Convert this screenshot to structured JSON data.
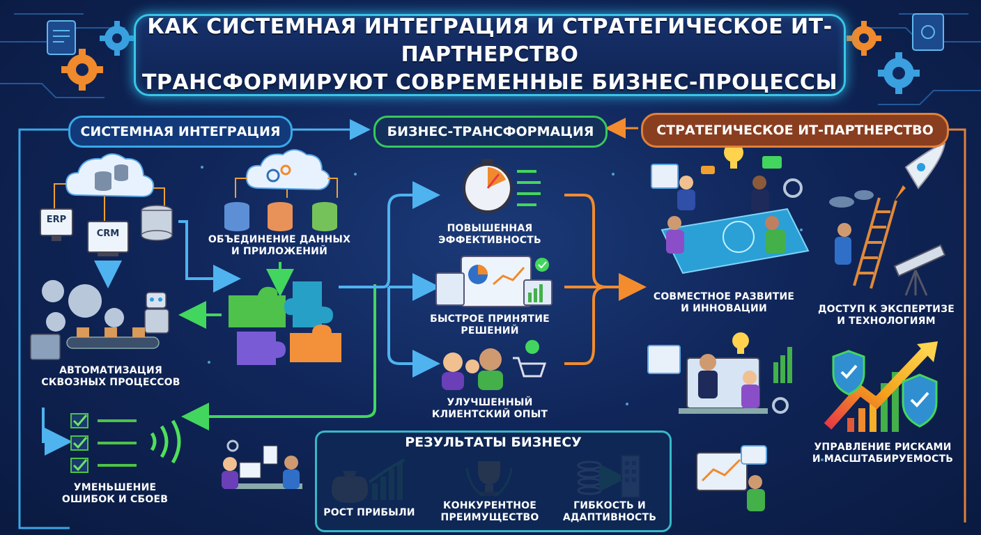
{
  "title": {
    "line1": "КАК СИСТЕМНАЯ ИНТЕГРАЦИЯ И СТРАТЕГИЧЕСКОЕ ИТ-ПАРТНЕРСТВО",
    "line2": "ТРАНСФОРМИРУЮТ СОВРЕМЕННЫЕ БИЗНЕС-ПРОЦЕССЫ"
  },
  "sections": {
    "integration": "СИСТЕМНАЯ ИНТЕГРАЦИЯ",
    "transformation": "БИЗНЕС-ТРАНСФОРМАЦИЯ",
    "partnership": "СТРАТЕГИЧЕСКОЕ ИТ-ПАРТНЕРСТВО"
  },
  "integration": {
    "erp": "ERP",
    "crm": "CRM",
    "data_label": "ОБЪЕДИНЕНИЕ ДАННЫХ\nИ ПРИЛОЖЕНИЙ",
    "automation_label": "АВТОМАТИЗАЦИЯ\nСКВОЗНЫХ ПРОЦЕССОВ",
    "errors_label": "УМЕНЬШЕНИЕ\nОШИБОК И СБОЕВ"
  },
  "transformation": {
    "efficiency": "ПОВЫШЕННАЯ\nЭФФЕКТИВНОСТЬ",
    "decisions": "БЫСТРОЕ ПРИНЯТИЕ\nРЕШЕНИЙ",
    "customer": "УЛУЧШЕННЫЙ\nКЛИЕНТСКИЙ ОПЫТ"
  },
  "partnership": {
    "codev": "СОВМЕСТНОЕ РАЗВИТИЕ\nИ ИННОВАЦИИ",
    "expertise": "ДОСТУП К ЭКСПЕРТИЗЕ\nИ ТЕХНОЛОГИЯМ",
    "risk": "УПРАВЛЕНИЕ РИСКАМИ\nИ МАСШТАБИРУЕМОСТЬ"
  },
  "results": {
    "title": "РЕЗУЛЬТАТЫ БИЗНЕСУ",
    "profit": "РОСТ ПРИБЫЛИ",
    "advantage": "КОНКУРЕНТНОЕ\nПРЕИМУЩЕСТВО",
    "flexibility": "ГИБКОСТЬ И\nАДАПТИВНОСТЬ"
  },
  "colors": {
    "blue": "#39a8e8",
    "green": "#3fd35a",
    "orange": "#f08a2c",
    "teal": "#37b9c9"
  }
}
